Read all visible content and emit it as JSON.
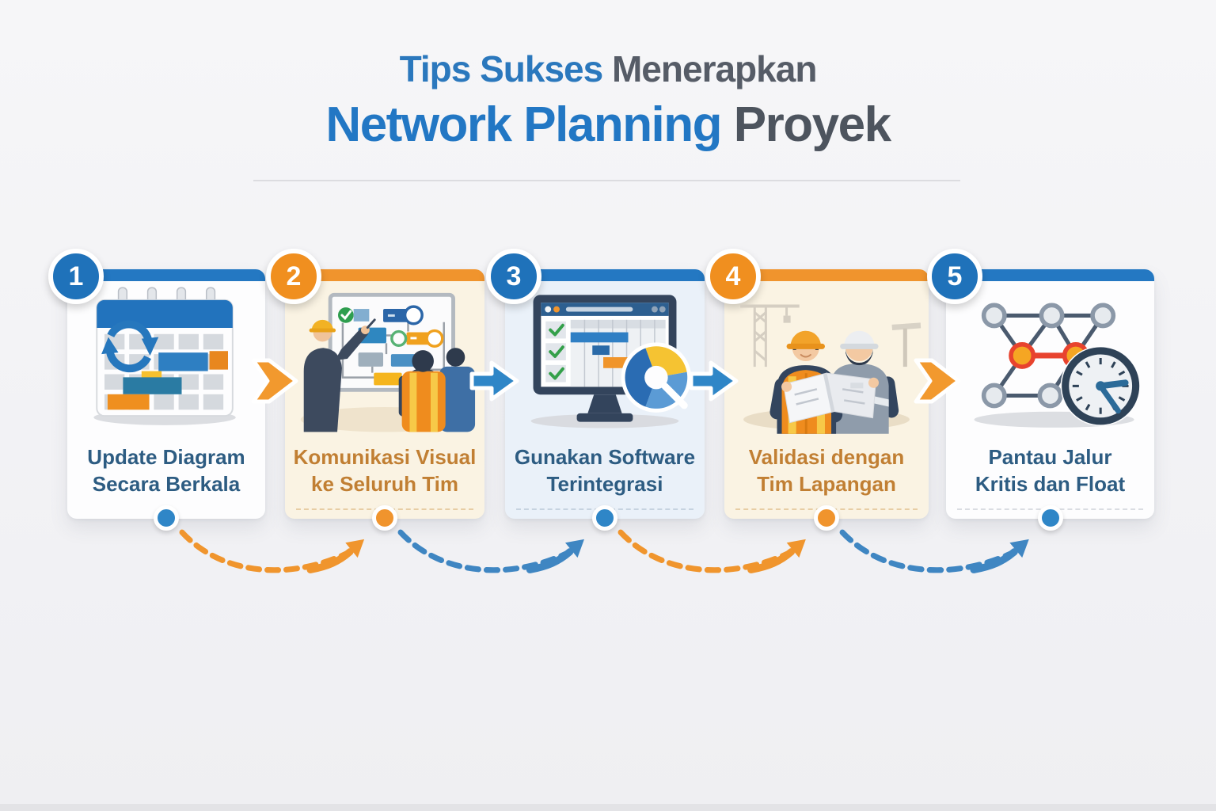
{
  "title": {
    "line1_accent": "Tips Sukses",
    "line1_rest": "Menerapkan",
    "line2_accent": "Network Planning",
    "line2_rest": "Proyek"
  },
  "colors": {
    "accent_blue": "#2478c2",
    "accent_orange": "#f0942d",
    "title_blue": "#2b78bd",
    "title_gray": "#565c67",
    "label_blue": "#2d5c82",
    "label_orange": "#c17f33",
    "critical_path_red": "#e8432e",
    "background": "#f3f3f5"
  },
  "cards": [
    {
      "number": "1",
      "accent": "blue",
      "label_line1": "Update Diagram",
      "label_line2": "Secara Berkala",
      "icon": "calendar-refresh-icon"
    },
    {
      "number": "2",
      "accent": "orange",
      "label_line1": "Komunikasi Visual",
      "label_line2": "ke Seluruh Tim",
      "icon": "team-whiteboard-icon"
    },
    {
      "number": "3",
      "accent": "blue",
      "label_line1": "Gunakan Software",
      "label_line2": "Terintegrasi",
      "icon": "gantt-monitor-icon"
    },
    {
      "number": "4",
      "accent": "orange",
      "label_line1": "Validasi dengan",
      "label_line2": "Tim Lapangan",
      "icon": "field-workers-blueprint-icon"
    },
    {
      "number": "5",
      "accent": "blue",
      "label_line1": "Pantau Jalur",
      "label_line2": "Kritis dan Float",
      "icon": "network-critical-path-clock-icon"
    }
  ],
  "flow_arrows": [
    {
      "from": 1,
      "to": 2,
      "color": "#f0942d",
      "style": "chevron"
    },
    {
      "from": 2,
      "to": 3,
      "color": "#2f86c7",
      "style": "solid-tail"
    },
    {
      "from": 3,
      "to": 4,
      "color": "#2f86c7",
      "style": "solid-tail"
    },
    {
      "from": 4,
      "to": 5,
      "color": "#f0942d",
      "style": "chevron"
    }
  ],
  "dashed_connectors": [
    {
      "from": 1,
      "to": 2,
      "color": "#f0952d"
    },
    {
      "from": 2,
      "to": 3,
      "color": "#3f86c2"
    },
    {
      "from": 3,
      "to": 4,
      "color": "#f0952d"
    },
    {
      "from": 4,
      "to": 5,
      "color": "#3f86c2"
    }
  ]
}
